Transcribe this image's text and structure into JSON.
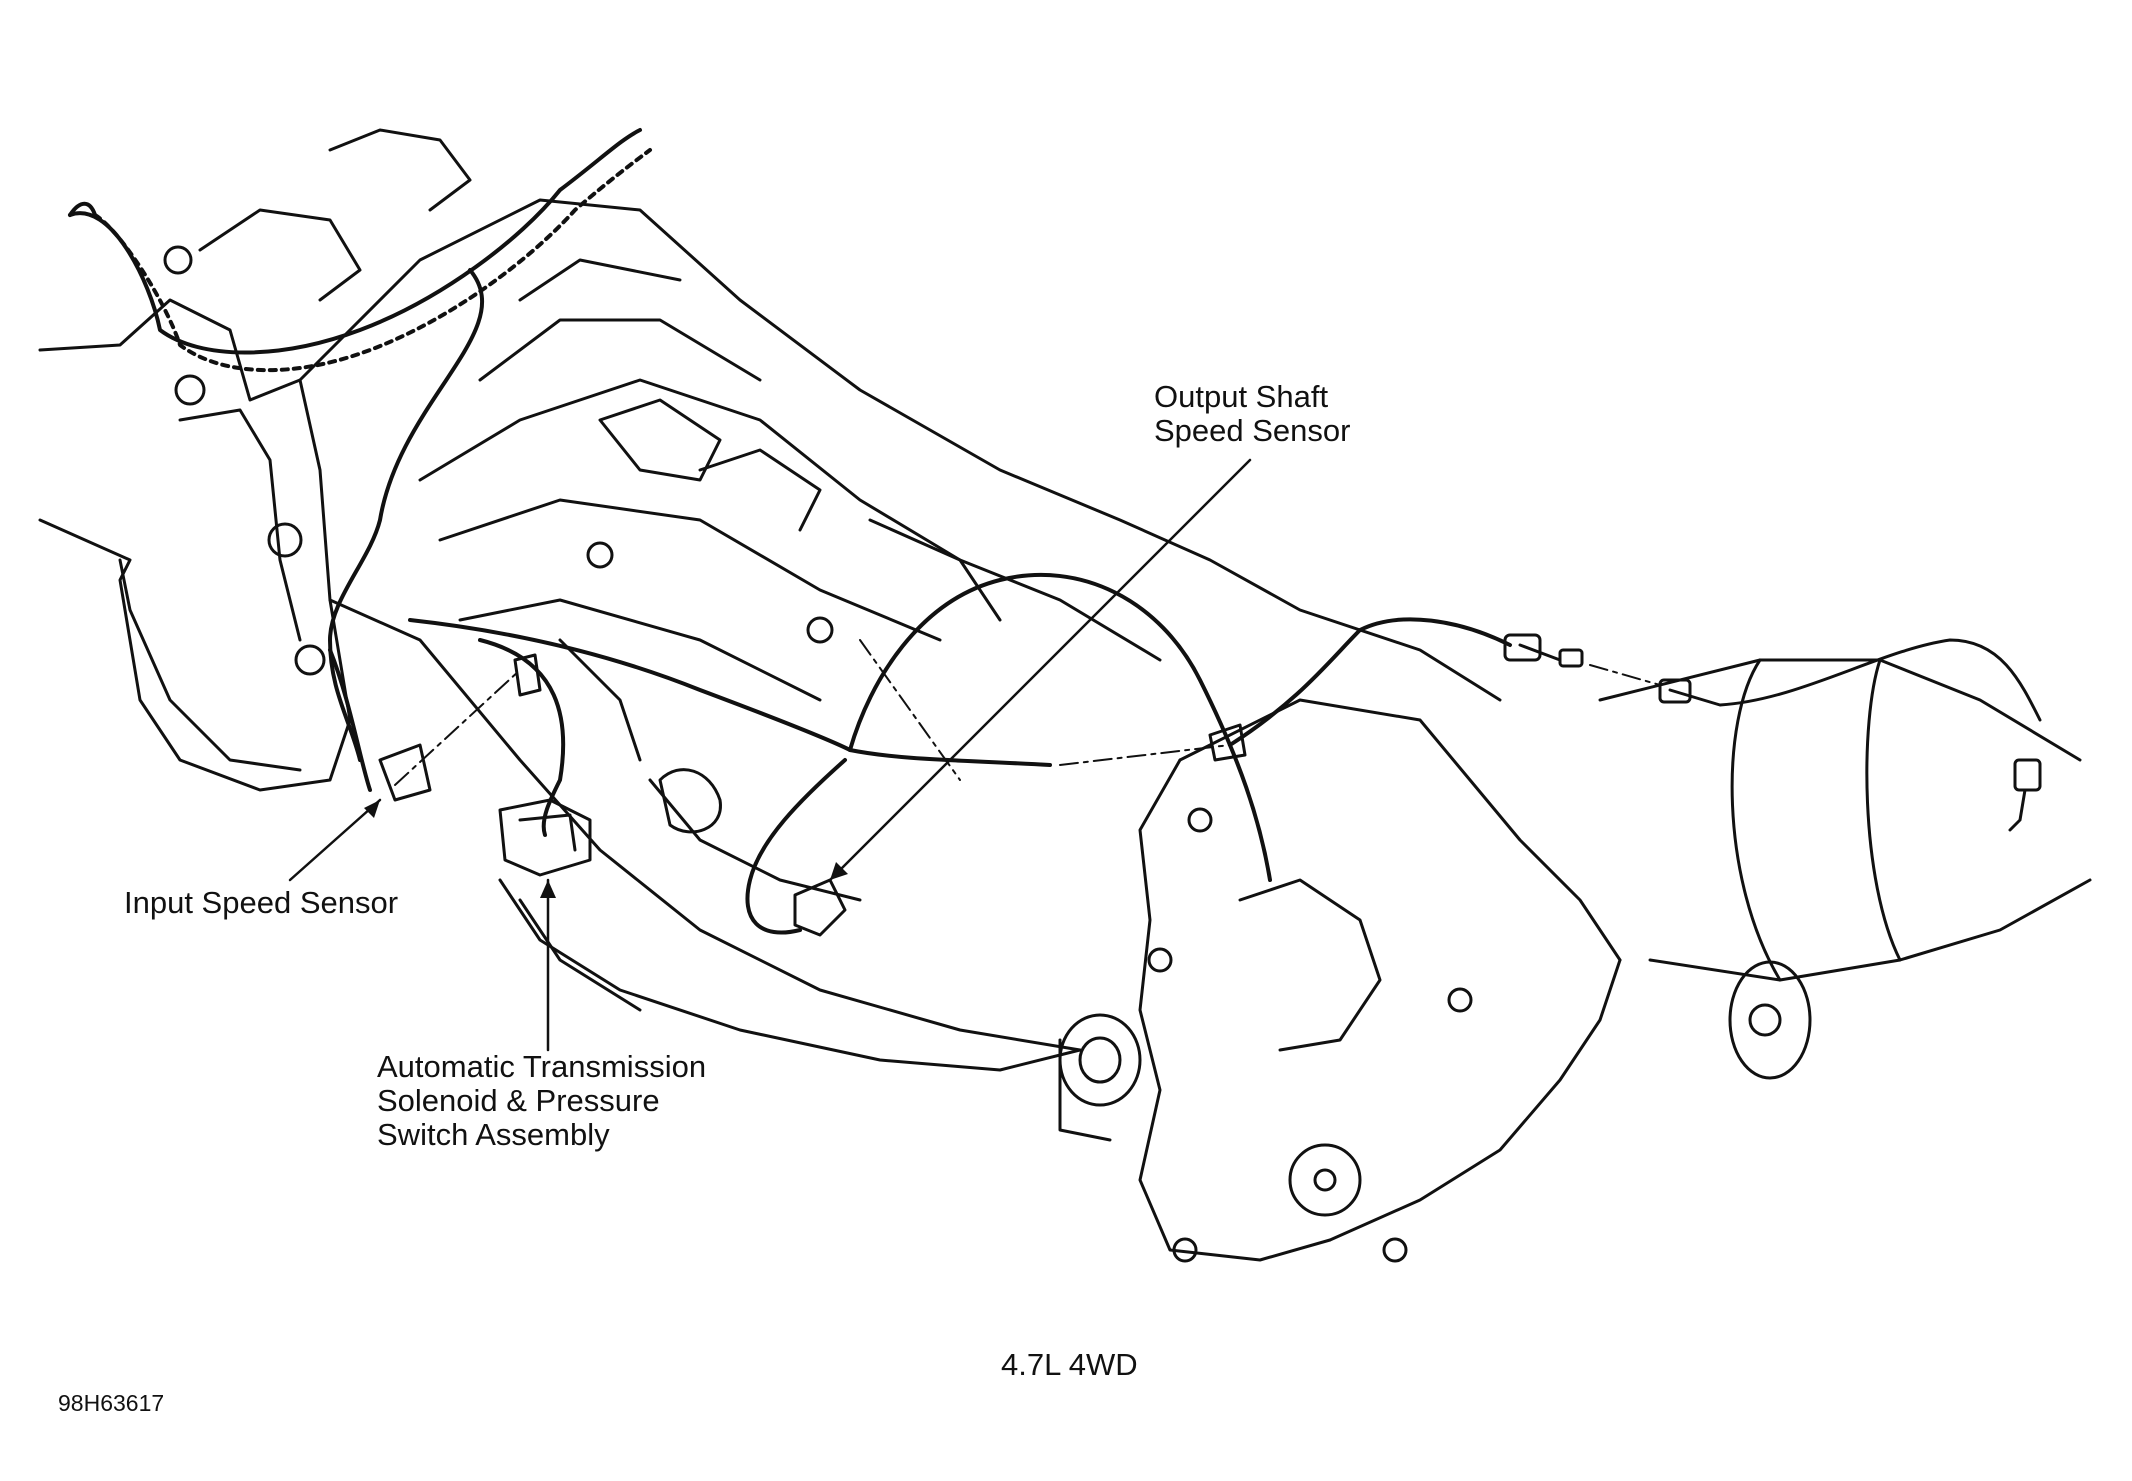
{
  "callouts": {
    "output_shaft_speed_sensor": [
      "Output Shaft",
      "Speed Sensor"
    ],
    "input_speed_sensor": "Input Speed Sensor",
    "solenoid_pressure_switch": [
      "Automatic Transmission",
      "Solenoid & Pressure",
      "Switch Assembly"
    ]
  },
  "caption": "4.7L 4WD",
  "figure_code": "98H63617",
  "colors": {
    "ink": "#111111",
    "paper": "#ffffff"
  }
}
